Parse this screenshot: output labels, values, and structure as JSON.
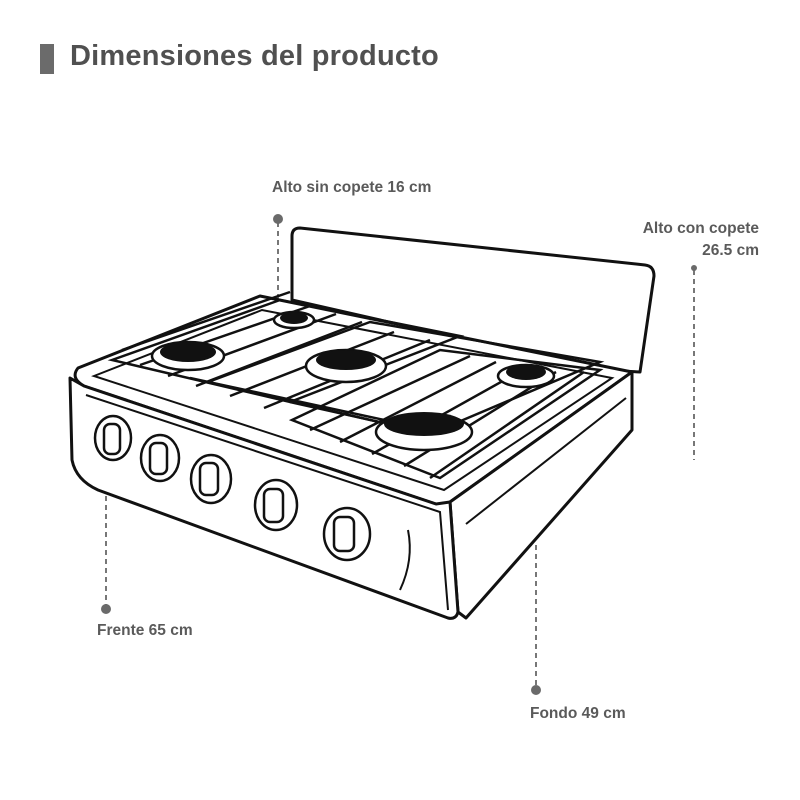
{
  "page": {
    "title": "Dimensiones del producto"
  },
  "dimensions": {
    "alto_sin_copete": "Alto sin copete 16 cm",
    "alto_con_copete_line1": "Alto con copete",
    "alto_con_copete_line2": "26.5 cm",
    "frente": "Frente 65 cm",
    "fondo": "Fondo 49 cm"
  },
  "colors": {
    "title": "#505050",
    "title_bar": "#6b6b6b",
    "label": "#5a5a5a",
    "marker": "#777777",
    "line_art": "#111111"
  }
}
